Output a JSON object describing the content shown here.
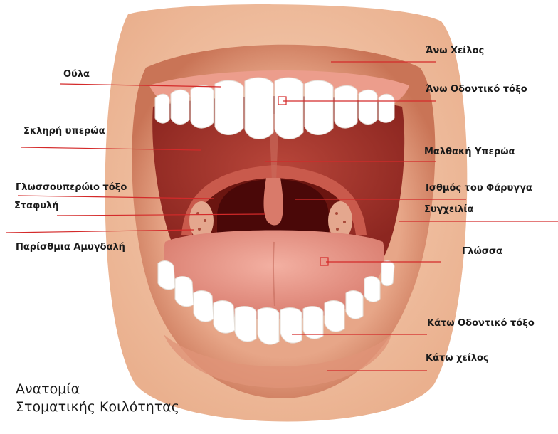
{
  "title": {
    "line1": "Ανατομία",
    "line2": "Στοματικής Κοιλότητας"
  },
  "labels": {
    "ano_xeilos": "Άνω Χείλος",
    "oula": "Ούλα",
    "ano_odontiko_toxo": "Άνω Οδοντικό τόξο",
    "skliri_yperoa": "Σκληρή υπερώα",
    "malthaki_yperoa": "Μαλθακή Υπερώα",
    "glossoyperoio_toxo": "Γλωσσουπερώιο τόξο",
    "isthmos_faryggas": "Ισθμός του Φάρυγγα",
    "stafyli": "Σταφυλή",
    "sygxeilia": "Συγχειλία",
    "paristhmia_amygdali": "Παρίσθμια Αμυγδαλή",
    "glossa": "Γλώσσα",
    "kato_odontiko_toxo": "Κάτω Οδοντικό τόξο",
    "kato_xeilos": "Κάτω χείλος"
  },
  "colors": {
    "leader_line": "#d42a2a",
    "skin": "#f3c4a6",
    "lip": "#d98868",
    "mouth_interior": "#a8342a",
    "throat": "#5a0c0c",
    "tongue": "#e9968a",
    "teeth": "#ffffff",
    "gum": "#e38a7a"
  }
}
